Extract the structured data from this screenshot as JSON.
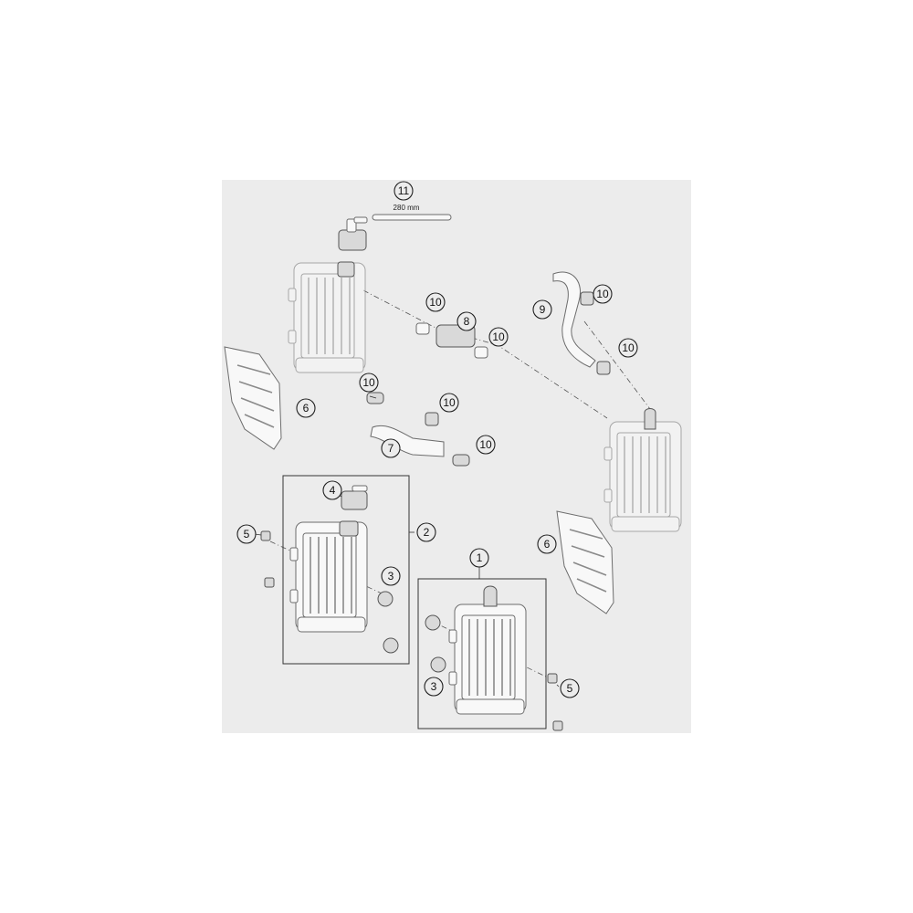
{
  "diagram": {
    "hose_length_note": "280 mm",
    "callouts": [
      {
        "id": "c11",
        "label": "11"
      },
      {
        "id": "c10a",
        "label": "10"
      },
      {
        "id": "c8",
        "label": "8"
      },
      {
        "id": "c10b",
        "label": "10"
      },
      {
        "id": "c9",
        "label": "9"
      },
      {
        "id": "c10c",
        "label": "10"
      },
      {
        "id": "c10d",
        "label": "10"
      },
      {
        "id": "c10e",
        "label": "10"
      },
      {
        "id": "c10f",
        "label": "10"
      },
      {
        "id": "c10g",
        "label": "10"
      },
      {
        "id": "c6a",
        "label": "6"
      },
      {
        "id": "c7",
        "label": "7"
      },
      {
        "id": "c4",
        "label": "4"
      },
      {
        "id": "c2",
        "label": "2"
      },
      {
        "id": "c5a",
        "label": "5"
      },
      {
        "id": "c3a",
        "label": "3"
      },
      {
        "id": "c6b",
        "label": "6"
      },
      {
        "id": "c1",
        "label": "1"
      },
      {
        "id": "c3b",
        "label": "3"
      },
      {
        "id": "c5b",
        "label": "5"
      }
    ]
  }
}
